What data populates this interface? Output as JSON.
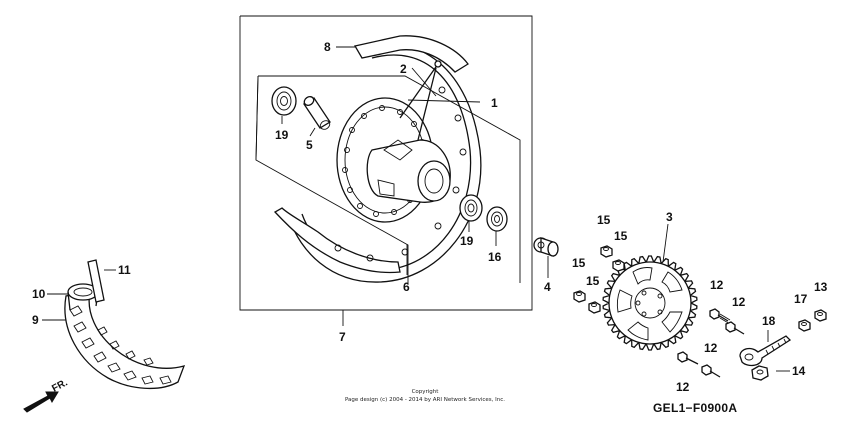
{
  "callouts": {
    "c1": "1",
    "c2": "2",
    "c3": "3",
    "c4": "4",
    "c5": "5",
    "c6": "6",
    "c7": "7",
    "c8": "8",
    "c9": "9",
    "c10": "10",
    "c11": "11",
    "c12a": "12",
    "c12b": "12",
    "c12c": "12",
    "c12d": "12",
    "c13": "13",
    "c14": "14",
    "c15a": "15",
    "c15b": "15",
    "c15c": "15",
    "c15d": "15",
    "c16": "16",
    "c17": "17",
    "c18": "18",
    "c19a": "19",
    "c19b": "19"
  },
  "direction_label": "FR.",
  "diagram_code": "GEL1−F0900A",
  "copyright": {
    "line1": "Copyright",
    "line2": "Page design (c) 2004 - 2014 by ARI Network Services, Inc."
  }
}
